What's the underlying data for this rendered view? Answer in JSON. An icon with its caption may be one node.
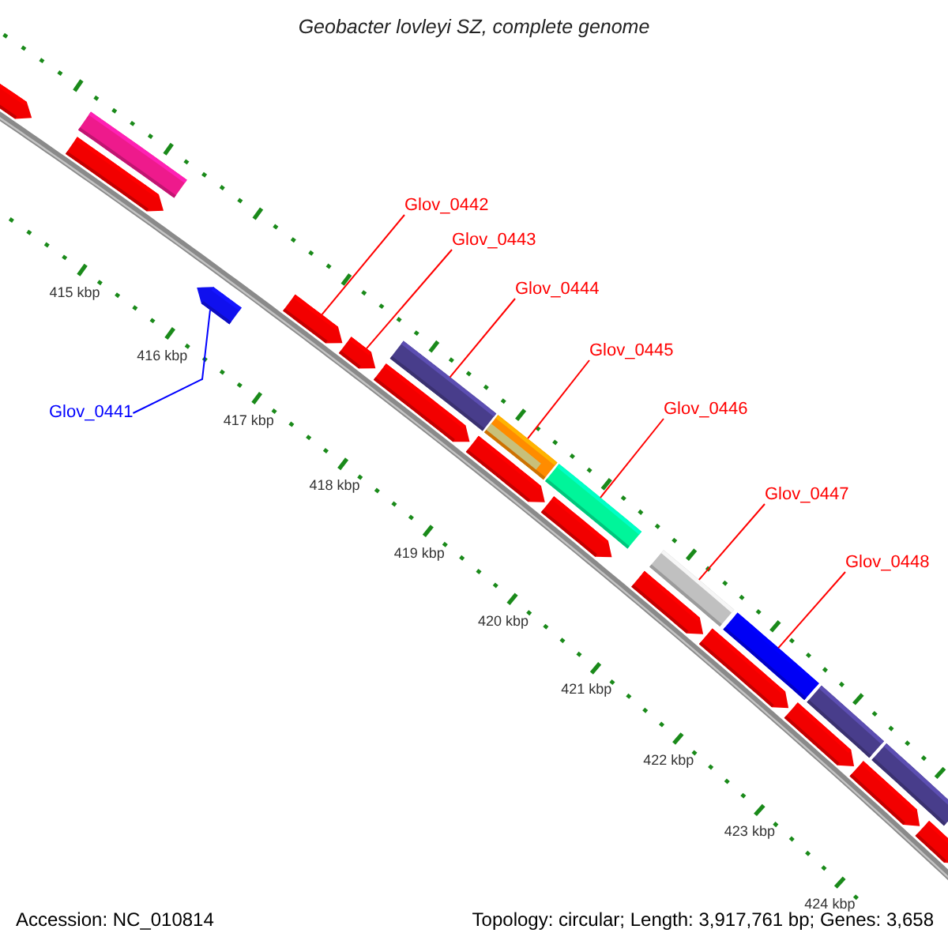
{
  "diagram": {
    "title": "Geobacter lovleyi SZ, complete genome",
    "nodes": [
      {
        "text": [
          "Glov_0441"
        ]
      },
      {
        "text": [
          "Glov_0442"
        ]
      },
      {
        "text": [
          "Glov_0443"
        ]
      },
      {
        "text": [
          "Glov_0444"
        ]
      },
      {
        "text": [
          "Glov_0445"
        ]
      },
      {
        "text": [
          "Glov_0446"
        ]
      },
      {
        "text": [
          "Glov_0447"
        ]
      },
      {
        "text": [
          "Glov_0448"
        ]
      },
      {
        "text": [],
        "shape": "arrow"
      },
      {
        "text": [],
        "shape": "bar"
      },
      {
        "text": [],
        "shape": "arrow"
      },
      {
        "text": [],
        "shape": "arrow"
      },
      {
        "text": [],
        "shape": "arrow"
      },
      {
        "text": [],
        "shape": "arrow"
      },
      {
        "text": [],
        "shape": "bar"
      },
      {
        "text": [],
        "shape": "arrow"
      },
      {
        "text": [],
        "shape": "bar"
      },
      {
        "text": [],
        "shape": "arrow"
      },
      {
        "text": [],
        "shape": "bar"
      },
      {
        "text": [],
        "shape": "arrow"
      },
      {
        "text": [],
        "shape": "bar"
      },
      {
        "text": [],
        "shape": "arrow"
      },
      {
        "text": [],
        "shape": "bar"
      },
      {
        "text": [],
        "shape": "arrow"
      },
      {
        "text": [],
        "shape": "bar"
      },
      {
        "text": [],
        "shape": "arrow"
      },
      {
        "text": [],
        "shape": "bar"
      },
      {
        "text": [],
        "shape": "arrow"
      },
      {
        "text": [],
        "shape": "arrow"
      }
    ],
    "edges": [
      {
        "from": 0,
        "to": 11,
        "arrow": "none",
        "color": "#0000ff"
      },
      {
        "from": 1,
        "to": 12,
        "arrow": "none"
      },
      {
        "from": 2,
        "to": 13,
        "arrow": "none"
      },
      {
        "from": 3,
        "to": 14,
        "arrow": "none"
      },
      {
        "from": 4,
        "to": 16,
        "arrow": "none"
      },
      {
        "from": 5,
        "to": 18,
        "arrow": "none"
      },
      {
        "from": 6,
        "to": 20,
        "arrow": "none"
      },
      {
        "from": 7,
        "to": 22,
        "arrow": "none"
      }
    ],
    "labels": [
      "415 kbp",
      "416 kbp",
      "417 kbp",
      "418 kbp",
      "419 kbp",
      "420 kbp",
      "421 kbp",
      "422 kbp",
      "423 kbp",
      "424 kbp",
      "Accession: NC_010814",
      "Topology: circular; Length: 3,917,761 bp; Genes: 3,658"
    ]
  }
}
